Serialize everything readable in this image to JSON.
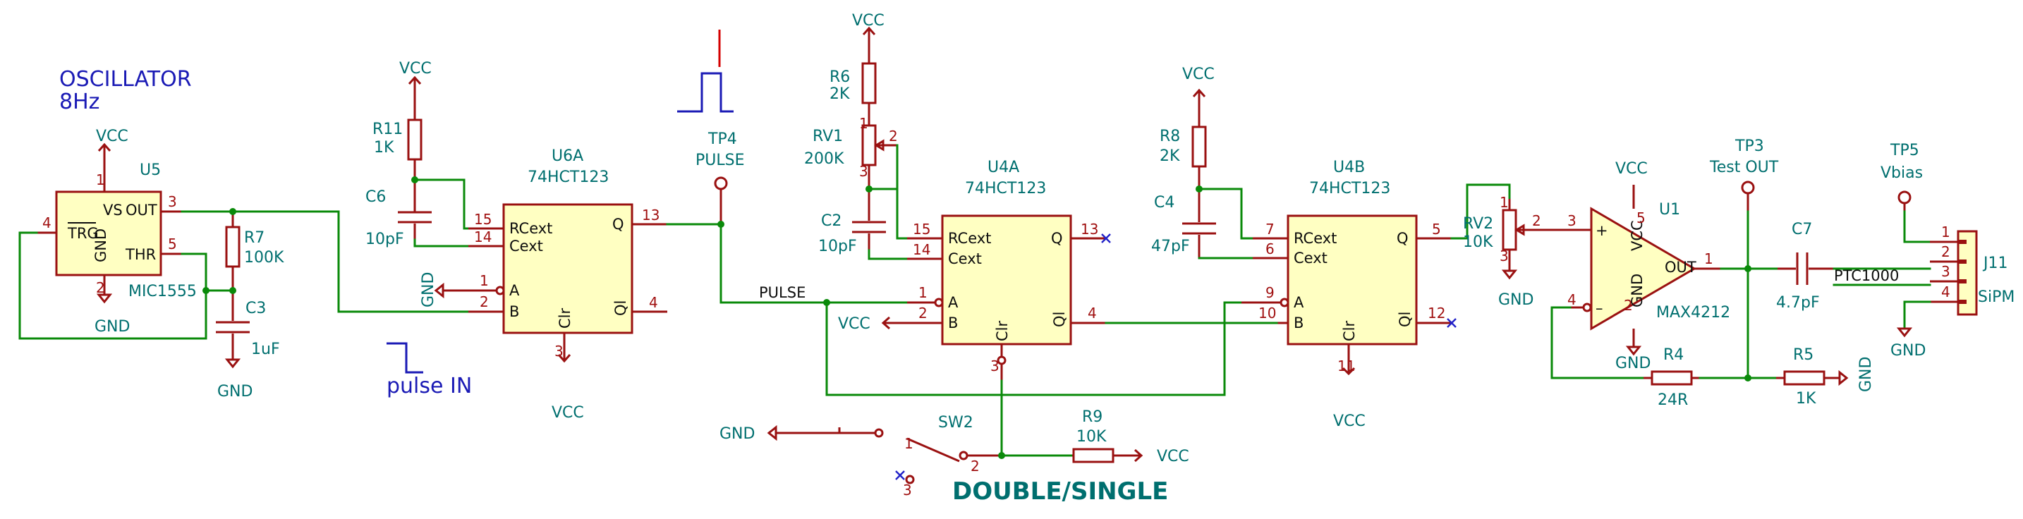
{
  "notes": {
    "oscillator_line1": "OSCILLATOR",
    "oscillator_line2": "8Hz",
    "pulse_in": "pulse IN",
    "double_single": "DOUBLE/SINGLE"
  },
  "power": {
    "vcc": "VCC",
    "gnd": "GND"
  },
  "nets": {
    "pulse": "PULSE",
    "ptc1000": "PTC1000"
  },
  "u5": {
    "ref": "U5",
    "value": "MIC1555",
    "pin_vs": "VS",
    "pin_out": "OUT",
    "pin_trg": "TRG",
    "pin_gnd": "GND",
    "pin_thr": "THR",
    "n1": "1",
    "n3": "3",
    "n4": "4",
    "n2": "2",
    "n5": "5"
  },
  "r7": {
    "ref": "R7",
    "value": "100K"
  },
  "c3": {
    "ref": "C3",
    "value": "1uF"
  },
  "r11": {
    "ref": "R11",
    "value": "1K"
  },
  "c6": {
    "ref": "C6",
    "value": "10pF"
  },
  "u6a": {
    "ref": "U6A",
    "value": "74HCT123",
    "rcext": "RCext",
    "cext": "Cext",
    "a": "A",
    "b": "B",
    "q": "Q",
    "qi": "Ql",
    "clr": "Clr",
    "n15": "15",
    "n14": "14",
    "n1": "1",
    "n2": "2",
    "n13": "13",
    "n4": "4",
    "n3": "3"
  },
  "tp4": {
    "ref": "TP4",
    "value": "PULSE"
  },
  "r6": {
    "ref": "R6",
    "value": "2K"
  },
  "rv1": {
    "ref": "RV1",
    "value": "200K",
    "n1": "1",
    "n2": "2",
    "n3": "3"
  },
  "c2": {
    "ref": "C2",
    "value": "10pF"
  },
  "u4a": {
    "ref": "U4A",
    "value": "74HCT123",
    "rcext": "RCext",
    "cext": "Cext",
    "a": "A",
    "b": "B",
    "q": "Q",
    "qi": "Ql",
    "clr": "Clr",
    "n15": "15",
    "n14": "14",
    "n1": "1",
    "n2": "2",
    "n13": "13",
    "n4": "4",
    "n3": "3"
  },
  "r8": {
    "ref": "R8",
    "value": "2K"
  },
  "c4": {
    "ref": "C4",
    "value": "47pF"
  },
  "u4b": {
    "ref": "U4B",
    "value": "74HCT123",
    "rcext": "RCext",
    "cext": "Cext",
    "a": "A",
    "b": "B",
    "q": "Q",
    "qi": "Ql",
    "clr": "Clr",
    "n7": "7",
    "n6": "6",
    "n9": "9",
    "n10": "10",
    "n5": "5",
    "n12": "12",
    "n11": "11"
  },
  "rv2": {
    "ref": "RV2",
    "value": "10K",
    "n1": "1",
    "n2": "2",
    "n3": "3"
  },
  "u1": {
    "ref": "U1",
    "value": "MAX4212",
    "vcc": "VCC",
    "gnd": "GND",
    "out": "OUT",
    "plus": "+",
    "minus": "–",
    "n3": "3",
    "n4": "4",
    "n5": "5",
    "n2": "2",
    "n1": "1"
  },
  "tp3": {
    "ref": "TP3",
    "value": "Test OUT"
  },
  "c7": {
    "ref": "C7",
    "value": "4.7pF"
  },
  "r4": {
    "ref": "R4",
    "value": "24R"
  },
  "r5": {
    "ref": "R5",
    "value": "1K"
  },
  "tp5": {
    "ref": "TP5",
    "value": "Vbias"
  },
  "j11": {
    "ref": "J11",
    "value": "SiPM",
    "n1": "1",
    "n2": "2",
    "n3": "3",
    "n4": "4"
  },
  "sw2": {
    "ref": "SW2",
    "n1": "1",
    "n2": "2",
    "n3": "3"
  },
  "r9": {
    "ref": "R9",
    "value": "10K"
  },
  "colors": {
    "wire": "#0a8a0a",
    "part": "#9a1111",
    "body": "#ffffc2",
    "ref_text": "#006f6f",
    "note": "#1a1ab5",
    "test_pulse": "#d40000"
  }
}
